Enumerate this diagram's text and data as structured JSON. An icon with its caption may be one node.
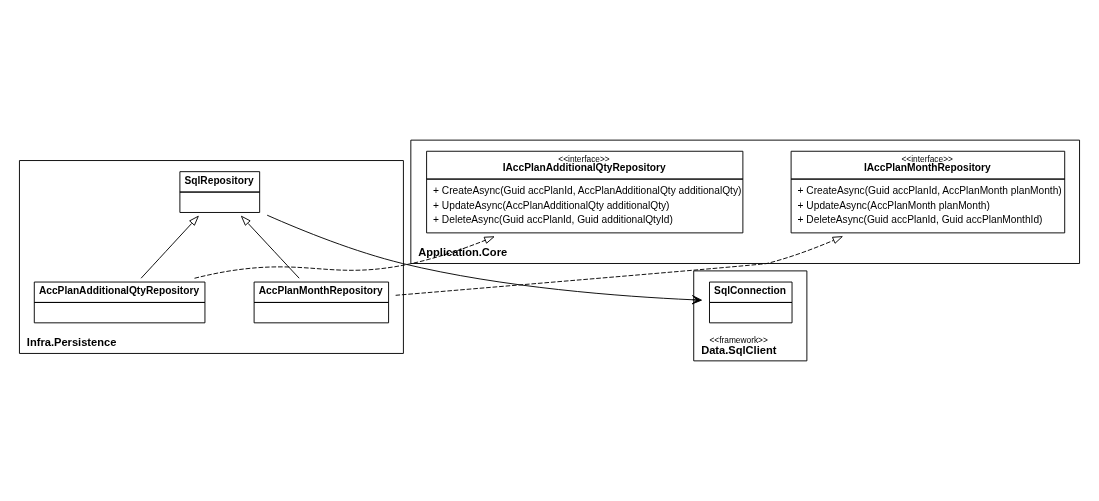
{
  "diagram": {
    "nodes": [
      {
        "text": [
          "Application.Core"
        ]
      },
      {
        "text": [
          "<<interface>>",
          "IAccPlanMonthRepository",
          "+ CreateAsync(Guid accPlanId, AccPlanMonth planMonth)",
          "+ UpdateAsync(AccPlanMonth planMonth)",
          "+ DeleteAsync(Guid accPlanId, Guid accPlanMonthId)"
        ],
        "in": 0
      },
      {
        "text": [
          "<<interface>>",
          "IAccPlanAdditionalQtyRepository",
          "+ CreateAsync(Guid accPlanId, AccPlanAdditionalQty additionalQty)",
          "+ UpdateAsync(AccPlanAdditionalQty additionalQty)",
          "+ DeleteAsync(Guid accPlanId, Guid additionalQtyId)"
        ],
        "in": 0
      },
      {
        "text": [
          "Infra.Persistence"
        ]
      },
      {
        "text": [
          "AccPlanMonthRepository"
        ],
        "in": 3
      },
      {
        "text": [
          "AccPlanAdditionalQtyRepository"
        ],
        "in": 3
      },
      {
        "text": [
          "SqlRepository"
        ],
        "in": 3
      },
      {
        "text": [
          "<<framework>>",
          "Data.SqlClient"
        ]
      },
      {
        "text": [
          "SqlConnection"
        ],
        "in": 7
      }
    ],
    "edges": [
      {
        "from": 4,
        "to": 1,
        "arrow": "to",
        "style": "dashed"
      },
      {
        "from": 5,
        "to": 2,
        "arrow": "to",
        "style": "dashed"
      },
      {
        "from": 4,
        "to": 6,
        "arrow": "to"
      },
      {
        "from": 5,
        "to": 6,
        "arrow": "to"
      },
      {
        "from": 6,
        "to": 8,
        "arrow": "to"
      }
    ]
  }
}
